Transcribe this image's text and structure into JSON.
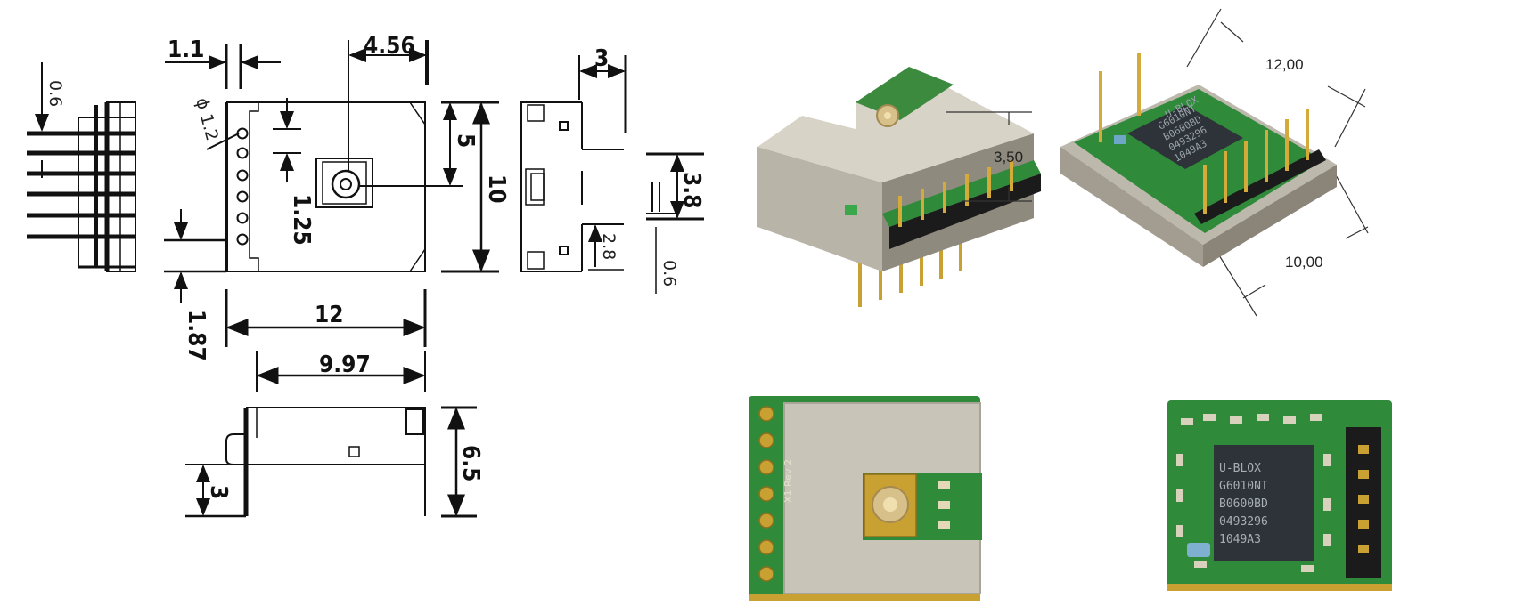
{
  "drawing": {
    "dims": {
      "d_0_6_left": "0.6",
      "d_1_1": "1.1",
      "d_phi": "ϕ 1.2",
      "d_4_56": "4.56",
      "d_5": "5",
      "d_10": "10",
      "d_1_25": "1.25",
      "d_1_87": "1.87",
      "d_12": "12",
      "d_9_97": "9.97",
      "d_6_5": "6.5",
      "d_3_bottom": "3",
      "d_3_top": "3",
      "d_3_8": "3.8",
      "d_2_8": "2.8",
      "d_0_6_right": "0.6"
    }
  },
  "photos": {
    "height_label": "3,50",
    "length_label": "12,00",
    "width_label": "10,00",
    "chip_lines": [
      "U-BLOX",
      "G6010NT",
      "B0600BD",
      "0493296",
      "1049A3"
    ],
    "pcb_marking": "X1 Rev 2"
  },
  "colors": {
    "shield": "#c9c4b8",
    "pcb": "#2f8a3a",
    "gold": "#c9a032",
    "chip": "#2d3338"
  }
}
